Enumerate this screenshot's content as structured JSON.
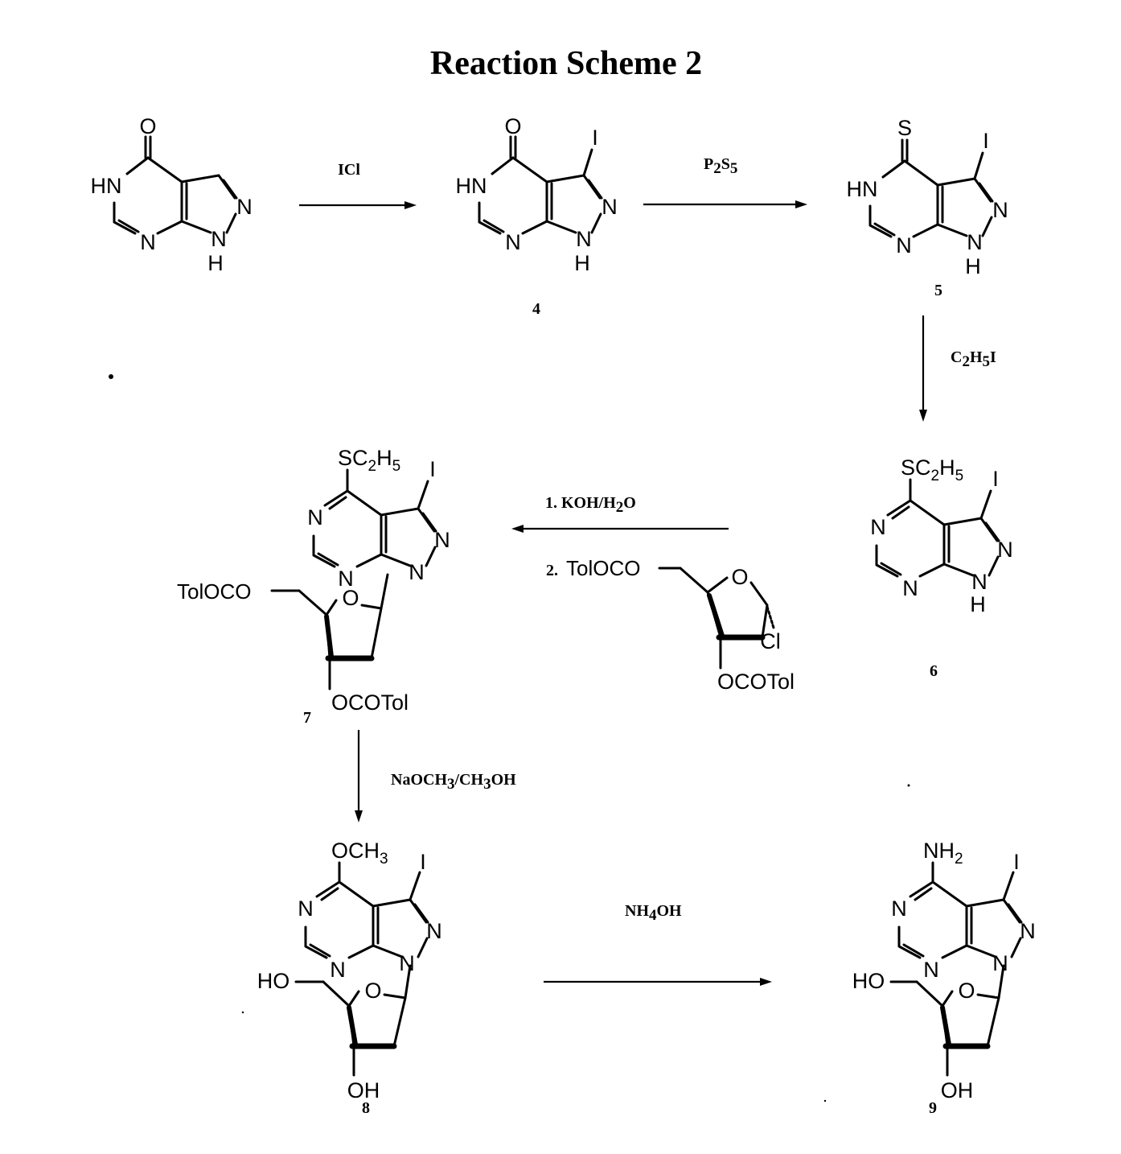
{
  "title": "Reaction Scheme 2",
  "compounds": [
    {
      "id": "start",
      "label": ""
    },
    {
      "id": "c4",
      "label": "4"
    },
    {
      "id": "c5",
      "label": "5"
    },
    {
      "id": "c6",
      "label": "6"
    },
    {
      "id": "c7",
      "label": "7"
    },
    {
      "id": "c8",
      "label": "8"
    },
    {
      "id": "c9",
      "label": "9"
    }
  ],
  "atoms": {
    "O": "O",
    "S": "S",
    "I": "I",
    "N": "N",
    "HN": "HN",
    "H": "H",
    "NH2": "NH",
    "NH2_sub": "2",
    "OCH3": "OCH",
    "OCH3_sub": "3",
    "SC2H5_a": "SC",
    "SC2H5_b": "2",
    "SC2H5_c": "H",
    "SC2H5_d": "5",
    "TolOCO": "TolOCO",
    "OCOTol": "OCOTol",
    "HO": "HO",
    "OH": "OH",
    "Cl": "Cl"
  },
  "reagents": {
    "r1": "ICl",
    "r2_a": "P",
    "r2_b": "2",
    "r2_c": "S",
    "r2_d": "5",
    "r3_a": "C",
    "r3_b": "2",
    "r3_c": "H",
    "r3_d": "5",
    "r3_e": "I",
    "r4_step1": "1.  KOH/H",
    "r4_step1_sub": "2",
    "r4_step1_end": "O",
    "r4_step2": "2.",
    "r5_a": "NaOCH",
    "r5_b": "3",
    "r5_c": "/CH",
    "r5_d": "3",
    "r5_e": "OH",
    "r6_a": "NH",
    "r6_b": "4",
    "r6_c": "OH"
  }
}
